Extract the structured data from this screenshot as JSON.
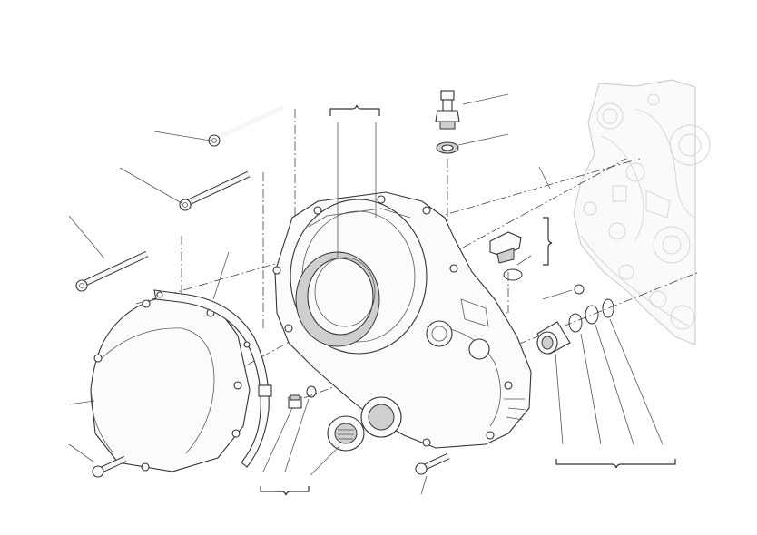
{
  "diagram": {
    "kind": "exploded-parts-drawing",
    "parts": [
      "engine-crankcase",
      "clutch-cover",
      "clutch-cover-gasket",
      "outer-clutch-cover",
      "oil-seal",
      "long-bolts",
      "short-bolts",
      "oil-pressure-sensor",
      "sensor-washer",
      "oil-filler-plug",
      "filler-plug-o-ring",
      "drain-plug",
      "drain-plug-washer",
      "bushing",
      "rings",
      "small-oil-seal"
    ],
    "colors": {
      "line": "#333333",
      "ghost": "#c8c8c8",
      "shade": "#cfcfcf",
      "background": "#ffffff"
    }
  }
}
